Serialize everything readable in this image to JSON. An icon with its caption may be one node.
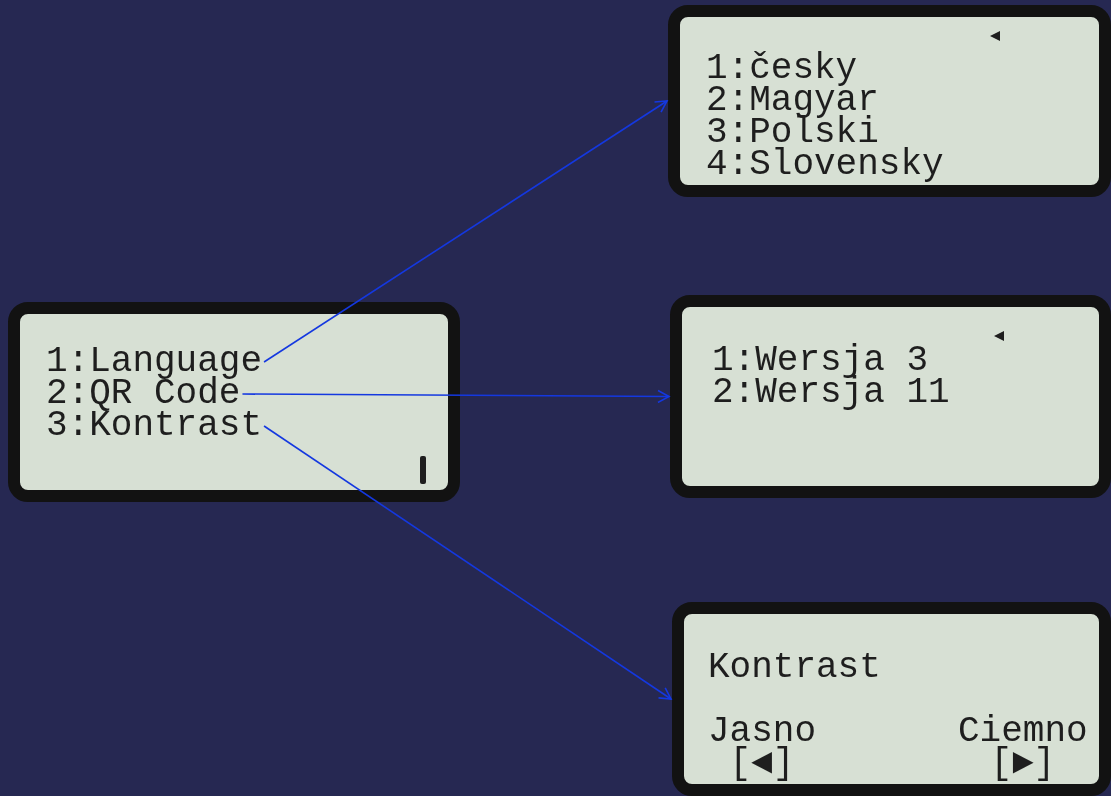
{
  "diagram": {
    "nodes": [
      {
        "text": [],
        "shape": "box"
      },
      {
        "text": [
          "1:Language"
        ],
        "in": 0
      },
      {
        "text": [
          "2:QR Code"
        ],
        "in": 0
      },
      {
        "text": [
          "3:Kontrast"
        ],
        "in": 0
      },
      {
        "text": [
          "1:česky",
          "2:Magyar",
          "3:Polski",
          "4:Slovensky"
        ]
      },
      {
        "text": [
          "1:Wersja 3",
          "2:Wersja 11"
        ]
      },
      {
        "text": [
          "Kontrast",
          "Jasno [◄]",
          "Ciemno [►]"
        ]
      }
    ],
    "edges": [
      {
        "from": 1,
        "to": 4,
        "arrow": "to"
      },
      {
        "from": 2,
        "to": 5,
        "arrow": "to"
      },
      {
        "from": 3,
        "to": 6,
        "arrow": "to"
      }
    ]
  }
}
